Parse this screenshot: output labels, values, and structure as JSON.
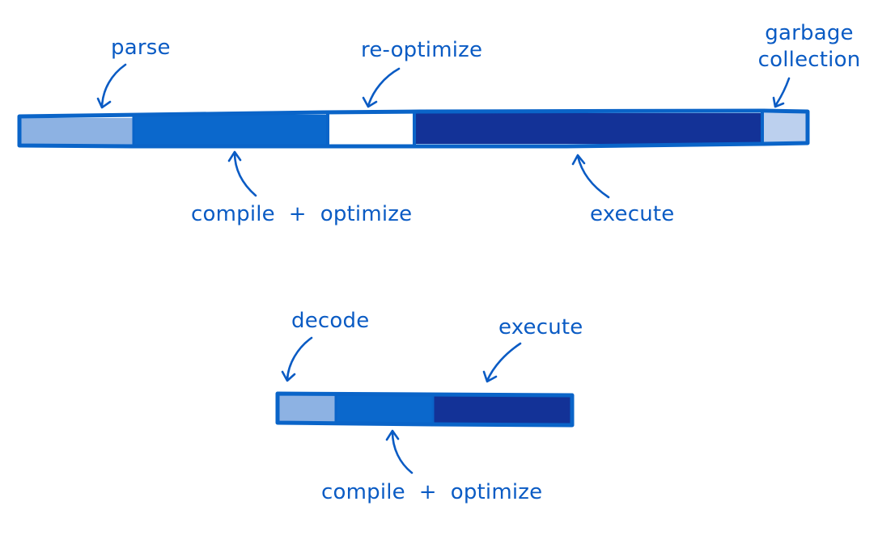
{
  "colors": {
    "outline": "#0a64c8",
    "light": "#8db2e3",
    "medium": "#0b68cc",
    "dark": "#133297",
    "white": "#ffffff",
    "pale": "#bcd0ee",
    "ink": "#0a5bc4"
  },
  "top_bar": {
    "labels": {
      "parse": "parse",
      "reoptimize": "re-optimize",
      "garbage_line1": "garbage",
      "garbage_line2": "collection",
      "compile": "compile  +  optimize",
      "execute": "execute"
    },
    "segments": [
      {
        "name": "parse",
        "color": "light"
      },
      {
        "name": "compile-optimize",
        "color": "medium"
      },
      {
        "name": "reoptimize",
        "color": "white"
      },
      {
        "name": "execute",
        "color": "dark"
      },
      {
        "name": "garbage-collection",
        "color": "pale"
      }
    ]
  },
  "bottom_bar": {
    "labels": {
      "decode": "decode",
      "execute": "execute",
      "compile": "compile  +  optimize"
    },
    "segments": [
      {
        "name": "decode",
        "color": "light"
      },
      {
        "name": "compile-optimize",
        "color": "medium"
      },
      {
        "name": "execute",
        "color": "dark"
      }
    ]
  }
}
